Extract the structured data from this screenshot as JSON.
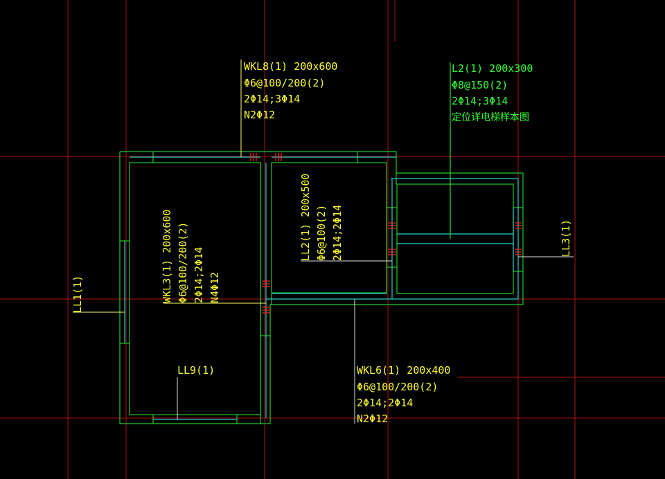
{
  "colors": {
    "background": "#000000",
    "axis": "#b01010",
    "wall": "#22cc22",
    "beam": "#22d0d0",
    "rebar": "#ff2020",
    "label_yellow": "#ffff33",
    "label_green": "#33ff33",
    "leader_yellow": "#ffff66",
    "leader_green": "#33ff33",
    "leader_white": "#e0e0e0"
  },
  "annotations": {
    "wkl8": {
      "line1": "WKL8(1) 200x600",
      "line2": "Φ6@100/200(2)",
      "line3": "2Φ14;3Φ14",
      "line4": "N2Φ12"
    },
    "l2": {
      "line1": "L2(1) 200x300",
      "line2": "Φ8@150(2)",
      "line3": "2Φ14;3Φ14",
      "line4": "定位详电梯样本图"
    },
    "wkl3": {
      "line1": "WKL3(1) 200x600",
      "line2": "Φ6@100/200(2)",
      "line3": "2Φ14;2Φ14",
      "line4": "N4Φ12"
    },
    "ll2": {
      "line1": "LL2(1) 200x500",
      "line2": "Φ6@100(2)",
      "line3": "2Φ14;2Φ14"
    },
    "ll1": {
      "line1": "LL1(1)"
    },
    "ll3": {
      "line1": "LL3(1)"
    },
    "ll9": {
      "line1": "LL9(1)"
    },
    "wkl6": {
      "line1": "WKL6(1) 200x400",
      "line2": "Φ6@100/200(2)",
      "line3": "2Φ14;2Φ14",
      "line4": "N2Φ12"
    }
  }
}
